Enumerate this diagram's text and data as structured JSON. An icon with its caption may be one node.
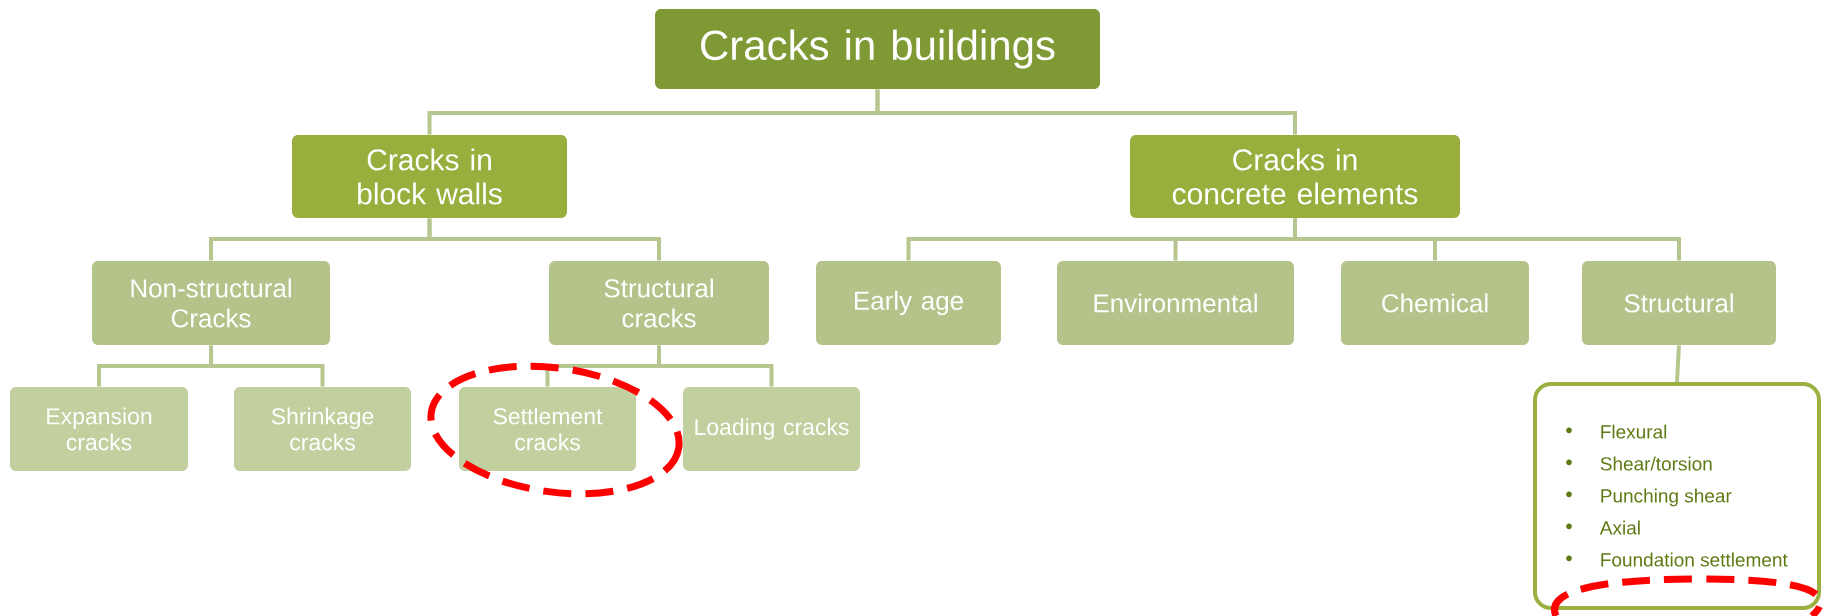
{
  "diagram": {
    "nodes": [
      {
        "text": [
          "Cracks in buildings"
        ]
      },
      {
        "text": [
          "Cracks in block walls"
        ]
      },
      {
        "text": [
          "Cracks in concrete elements"
        ]
      },
      {
        "text": [
          "Non-structural Cracks"
        ]
      },
      {
        "text": [
          "Structural cracks"
        ]
      },
      {
        "text": [
          "Early age"
        ]
      },
      {
        "text": [
          "Environmental"
        ]
      },
      {
        "text": [
          "Chemical"
        ]
      },
      {
        "text": [
          "Structural"
        ]
      },
      {
        "text": [
          "Expansion cracks"
        ]
      },
      {
        "text": [
          "Shrinkage cracks"
        ]
      },
      {
        "text": [
          "Settlement cracks"
        ]
      },
      {
        "text": [
          "Loading cracks"
        ]
      },
      {
        "text": [
          "Flexural",
          "Shear/torsion",
          "Punching shear",
          "Axial",
          "Foundation settlement"
        ]
      }
    ],
    "edges": [
      {
        "from": 0,
        "to": 1,
        "arrow": "none"
      },
      {
        "from": 0,
        "to": 2,
        "arrow": "none"
      },
      {
        "from": 1,
        "to": 3,
        "arrow": "none"
      },
      {
        "from": 1,
        "to": 4,
        "arrow": "none"
      },
      {
        "from": 2,
        "to": 5,
        "arrow": "none"
      },
      {
        "from": 2,
        "to": 6,
        "arrow": "none"
      },
      {
        "from": 2,
        "to": 7,
        "arrow": "none"
      },
      {
        "from": 2,
        "to": 8,
        "arrow": "none"
      },
      {
        "from": 3,
        "to": 9,
        "arrow": "none"
      },
      {
        "from": 3,
        "to": 10,
        "arrow": "none"
      },
      {
        "from": 4,
        "to": 11,
        "arrow": "none"
      },
      {
        "from": 4,
        "to": 12,
        "arrow": "none"
      },
      {
        "from": 8,
        "to": 13,
        "arrow": "none"
      }
    ]
  }
}
